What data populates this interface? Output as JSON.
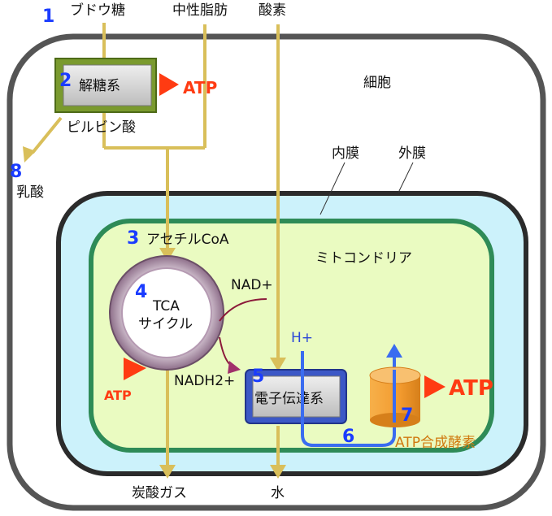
{
  "labels": {
    "glucose": "ブドウ糖",
    "fat": "中性脂肪",
    "oxygen": "酸素",
    "cell": "細胞",
    "glycolysis": "解糖系",
    "pyruvate": "ピルビン酸",
    "lactate": "乳酸",
    "inner_membrane": "内膜",
    "outer_membrane": "外膜",
    "acetyl_coa": "アセチルCoA",
    "mitochondria": "ミトコンドリア",
    "tca_line1": "TCA",
    "tca_line2": "サイクル",
    "nad": "NAD+",
    "nadh": "NADH2+",
    "etc": "電子伝達系",
    "h_plus": "H+",
    "atp_synthase": "ATP合成酵素",
    "co2": "炭酸ガス",
    "water": "水"
  },
  "atp": {
    "glycolysis": "ATP",
    "tca": "ATP",
    "synthase": "ATP"
  },
  "steps": [
    "1",
    "2",
    "3",
    "4",
    "5",
    "6",
    "7",
    "8"
  ],
  "colors": {
    "flow_arrow": "#d9bf5a",
    "atp_red": "#ff3b12",
    "step_blue": "#1a3cff",
    "mito_outer_fill": "#ccf2fb",
    "mito_inner_fill": "#eafbc1",
    "mito_inner_stroke": "#2e8b57",
    "membrane_dark": "#2b2b2b",
    "cell_stroke": "#555555",
    "glycolysis_frame": "#7a9a2e",
    "tca_ring": "#a98aa5",
    "etc_frame": "#3c58c6",
    "proton_arrow": "#3a6cf0",
    "nad_arrow": "#8b1a3a",
    "synthase_orange": "#f4a23a"
  }
}
